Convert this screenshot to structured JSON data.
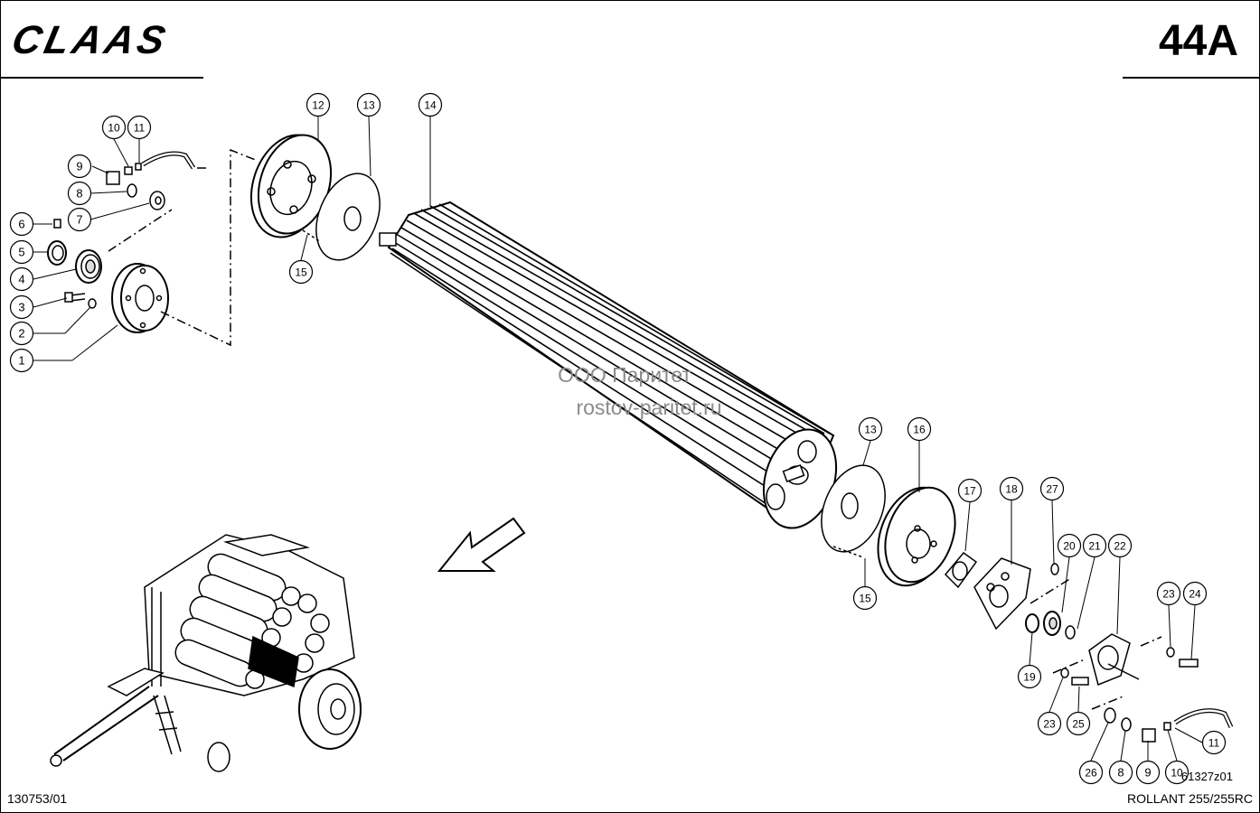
{
  "header": {
    "logo": "CLAAS",
    "page_number": "44A"
  },
  "footer": {
    "document_number": "130753/01",
    "model": "ROLLANT 255/255RC",
    "drawing_number": "61327z01"
  },
  "watermark": {
    "line1": "ООО Паритет",
    "line2": "rostov-paritet.ru"
  },
  "callouts": [
    {
      "id": "c1",
      "label": "1"
    },
    {
      "id": "c2",
      "label": "2"
    },
    {
      "id": "c3",
      "label": "3"
    },
    {
      "id": "c4",
      "label": "4"
    },
    {
      "id": "c5",
      "label": "5"
    },
    {
      "id": "c6",
      "label": "6"
    },
    {
      "id": "c7",
      "label": "7"
    },
    {
      "id": "c8a",
      "label": "8"
    },
    {
      "id": "c9a",
      "label": "9"
    },
    {
      "id": "c10a",
      "label": "10"
    },
    {
      "id": "c11a",
      "label": "11"
    },
    {
      "id": "c12",
      "label": "12"
    },
    {
      "id": "c13a",
      "label": "13"
    },
    {
      "id": "c14",
      "label": "14"
    },
    {
      "id": "c15a",
      "label": "15"
    },
    {
      "id": "c13b",
      "label": "13"
    },
    {
      "id": "c16",
      "label": "16"
    },
    {
      "id": "c15b",
      "label": "15"
    },
    {
      "id": "c17",
      "label": "17"
    },
    {
      "id": "c18",
      "label": "18"
    },
    {
      "id": "c27",
      "label": "27"
    },
    {
      "id": "c20",
      "label": "20"
    },
    {
      "id": "c21",
      "label": "21"
    },
    {
      "id": "c22",
      "label": "22"
    },
    {
      "id": "c19",
      "label": "19"
    },
    {
      "id": "c23a",
      "label": "23"
    },
    {
      "id": "c24",
      "label": "24"
    },
    {
      "id": "c23b",
      "label": "23"
    },
    {
      "id": "c25",
      "label": "25"
    },
    {
      "id": "c26",
      "label": "26"
    },
    {
      "id": "c8b",
      "label": "8"
    },
    {
      "id": "c9b",
      "label": "9"
    },
    {
      "id": "c10b",
      "label": "10"
    },
    {
      "id": "c11b",
      "label": "11"
    }
  ]
}
